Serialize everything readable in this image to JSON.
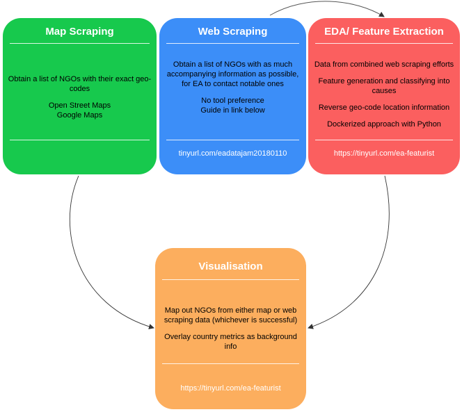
{
  "cards": {
    "map_scraping": {
      "title": "Map Scraping",
      "lines": [
        "Obtain a list of NGOs with their exact geo-codes",
        "Open Street Maps\nGoogle Maps"
      ],
      "link": ""
    },
    "web_scraping": {
      "title": "Web Scraping",
      "lines": [
        "Obtain a list of NGOs with as much accompanying information as possible, for EA to contact notable ones",
        "No tool preference\nGuide in link below"
      ],
      "link": "tinyurl.com/eadatajam20180110"
    },
    "eda": {
      "title": "EDA/ Feature Extraction",
      "lines": [
        "Data from combined web scraping efforts",
        "Feature generation and classifying into causes",
        "Reverse geo-code location information",
        "Dockerized approach with Python"
      ],
      "link": "https://tinyurl.com/ea-featurist"
    },
    "visualisation": {
      "title": "Visualisation",
      "lines": [
        "Map out NGOs from either map or web scraping data (whichever is successful)",
        "Overlay country metrics as background info"
      ],
      "link": "https://tinyurl.com/ea-featurist"
    }
  },
  "colors": {
    "map_scraping": "#17c94d",
    "web_scraping": "#3c8ef8",
    "eda": "#fb5f5f",
    "visualisation": "#fcae5e"
  }
}
